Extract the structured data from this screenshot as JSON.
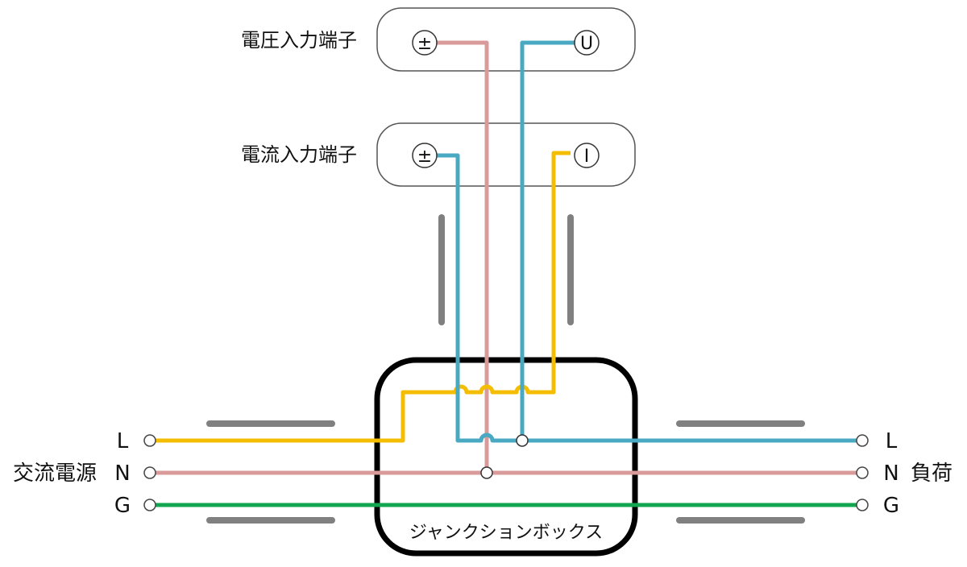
{
  "terminals": {
    "voltage": {
      "label": "電圧入力端子",
      "left_symbol": "±",
      "right_symbol": "U"
    },
    "current": {
      "label": "電流入力端子",
      "left_symbol": "±",
      "right_symbol": "I"
    }
  },
  "source": {
    "label": "交流電源",
    "lines": [
      "L",
      "N",
      "G"
    ]
  },
  "load": {
    "label": "負荷",
    "lines": [
      "L",
      "N",
      "G"
    ]
  },
  "junction_box": {
    "label": "ジャンクションボックス"
  },
  "colors": {
    "line_L": "#f5bd00",
    "line_N": "#d99a9a",
    "line_G": "#12a650",
    "current_sense": "#4aa9c2",
    "bar": "#808080",
    "outline": "#000000"
  }
}
